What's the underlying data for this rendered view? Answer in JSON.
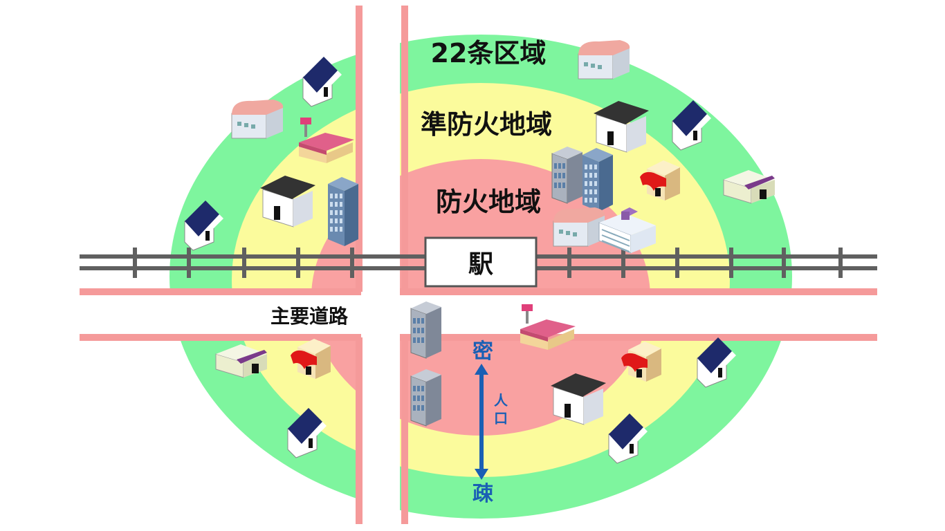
{
  "zones": {
    "outer_label": "22条区域",
    "middle_label": "準防火地域",
    "inner_label": "防火地域"
  },
  "station_label": "駅",
  "road_label": "主要道路",
  "population_axis": {
    "top_label": "密",
    "bottom_label": "疎",
    "middle_label_line1": "人",
    "middle_label_line2": "口"
  },
  "colors": {
    "outer_zone": "#7ef59e",
    "middle_zone": "#fbfb9c",
    "inner_zone": "#f9a1a1",
    "road_edge": "#f59a9a",
    "rail": "#606060",
    "arrow": "#1a5fb4"
  },
  "icons": [
    "house-navy-icon",
    "warehouse-pink-icon",
    "shop-pink-icon",
    "house-grey-roof-icon",
    "office-tower-icon",
    "shop-awning-icon",
    "factory-flat-icon",
    "hospital-icon"
  ]
}
